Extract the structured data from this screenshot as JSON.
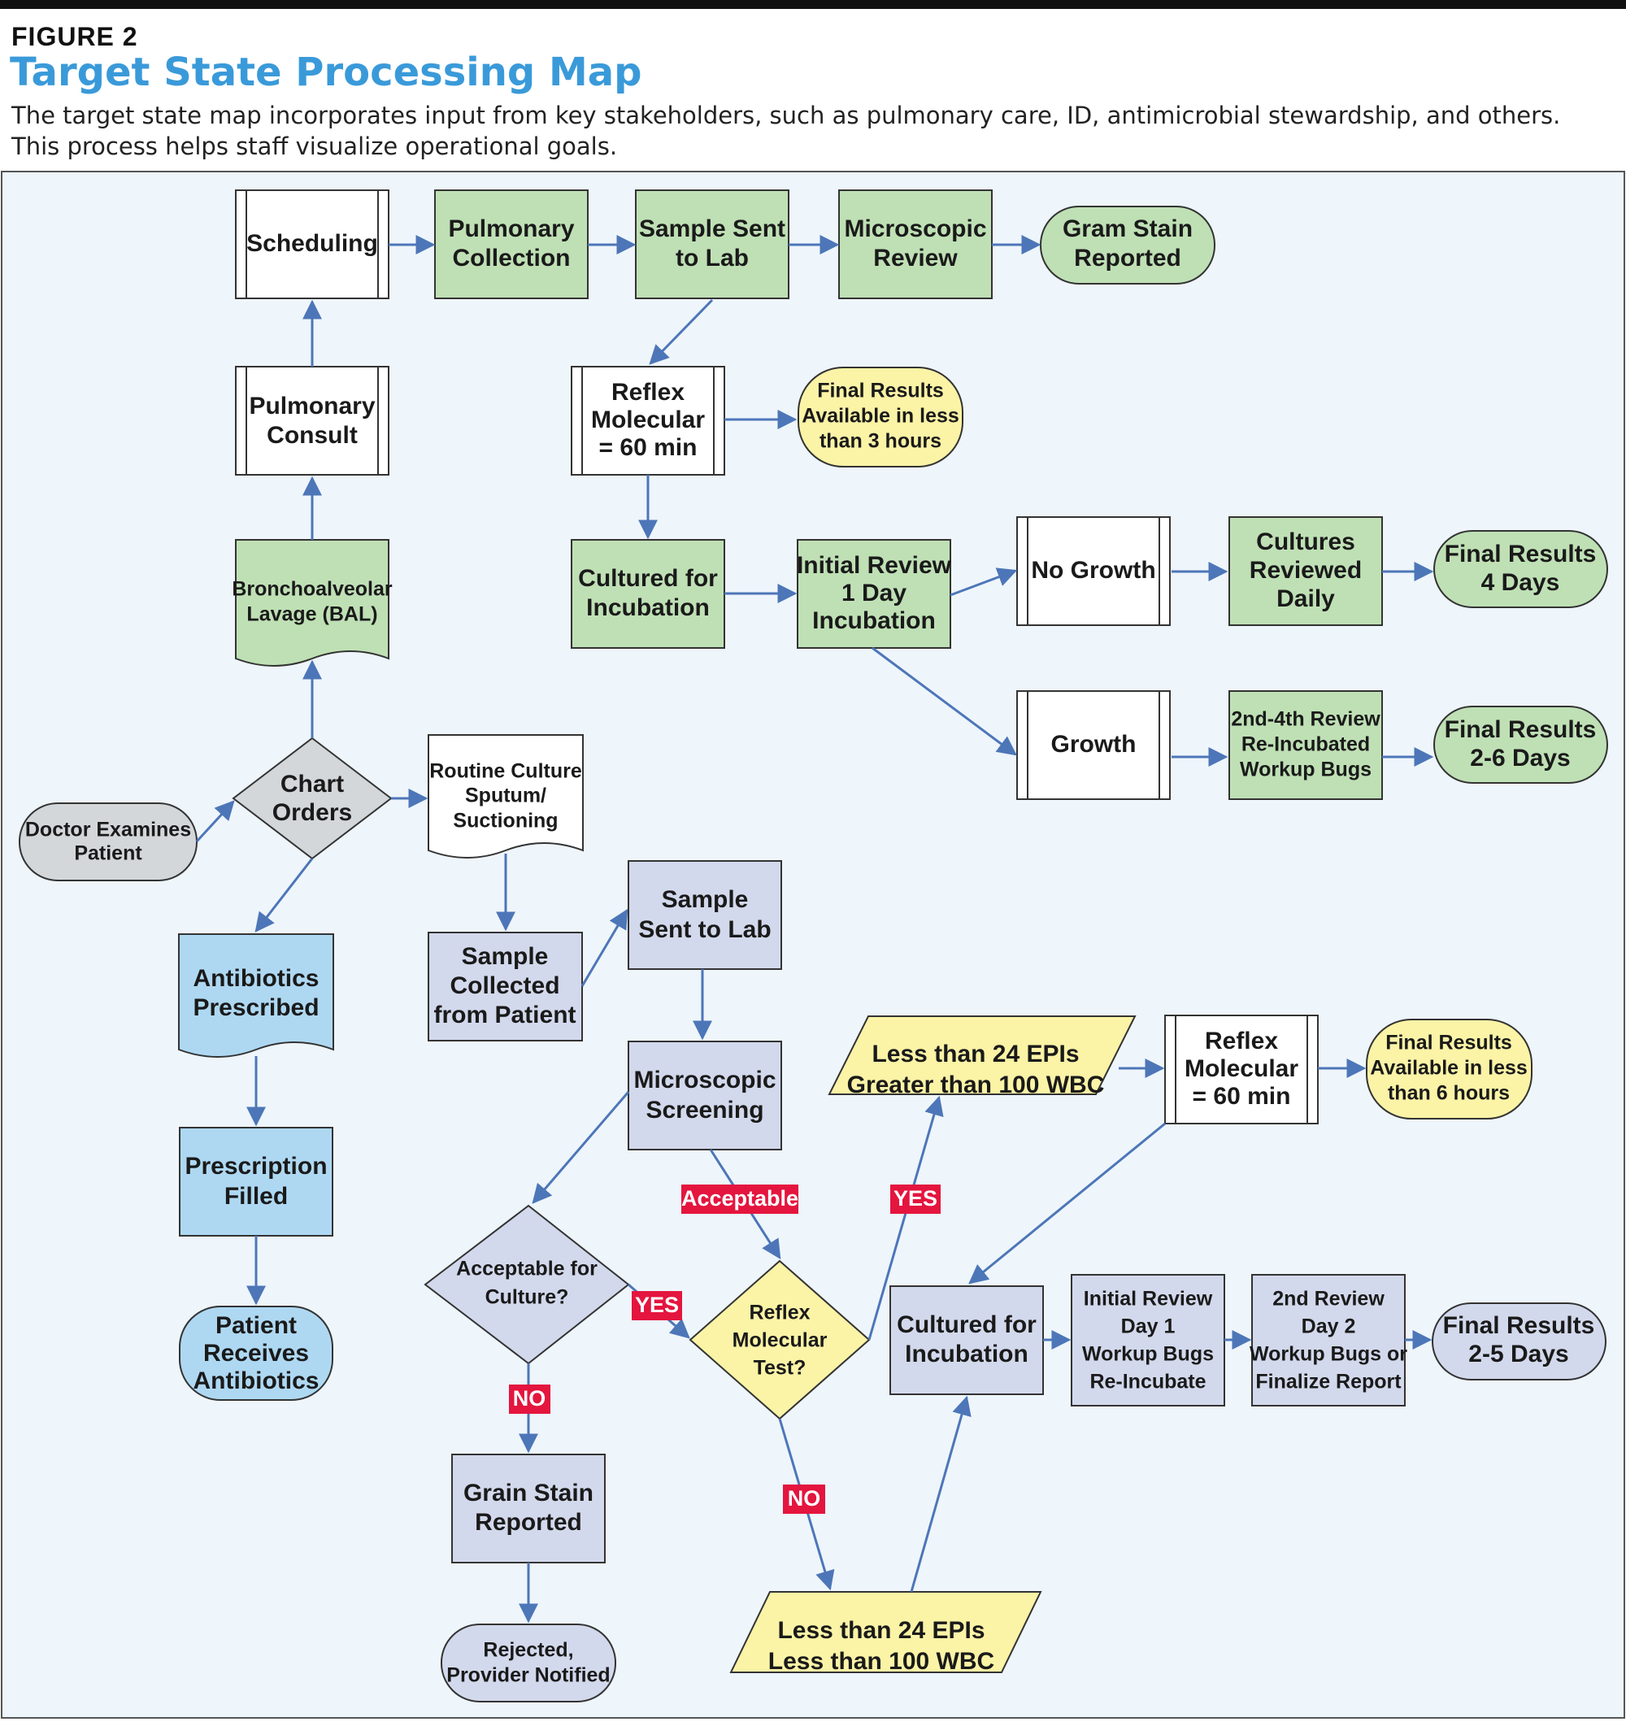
{
  "header": {
    "figure_label": "FIGURE 2",
    "title": "Target State Processing Map",
    "subtitle": "The target state map incorporates input from key stakeholders, such as pulmonary care, ID, antimicrobial stewardship, and others. This process helps staff visualize operational goals."
  },
  "colors": {
    "green": "#bfe0b5",
    "slate": "#d3d9ec",
    "blue": "#aed8f2",
    "yellow": "#fbf3a6",
    "gray": "#d3d7da",
    "white": "#ffffff",
    "arrow": "#4d76b8",
    "tag_red": "#e4153e",
    "title_blue": "#3a9ad9",
    "panel": "#eef5fb"
  },
  "nodes": {
    "scheduling": [
      "Scheduling"
    ],
    "pulmonary_collection": [
      "Pulmonary",
      "Collection"
    ],
    "sample_sent_lab_top": [
      "Sample Sent",
      "to Lab"
    ],
    "microscopic_review": [
      "Microscopic",
      "Review"
    ],
    "gram_stain_reported": [
      "Gram Stain",
      "Reported"
    ],
    "pulmonary_consult": [
      "Pulmonary",
      "Consult"
    ],
    "reflex_molecular_top": [
      "Reflex",
      "Molecular",
      "= 60 min"
    ],
    "final_results_3h": [
      "Final Results",
      "Available in less",
      "than 3 hours"
    ],
    "bal": [
      "Bronchoalveolar",
      "Lavage (BAL)"
    ],
    "cultured_incubation_top": [
      "Cultured for",
      "Incubation"
    ],
    "initial_review_1day": [
      "Initial Review",
      "1 Day",
      "Incubation"
    ],
    "no_growth": [
      "No Growth"
    ],
    "cultures_reviewed_daily": [
      "Cultures",
      "Reviewed",
      "Daily"
    ],
    "final_results_4days": [
      "Final Results",
      "4 Days"
    ],
    "growth": [
      "Growth"
    ],
    "review_2nd_4th": [
      "2nd-4th Review",
      "Re-Incubated",
      "Workup Bugs"
    ],
    "final_results_2_6days": [
      "Final Results",
      "2-6 Days"
    ],
    "doctor_examines": [
      "Doctor Examines",
      "Patient"
    ],
    "chart_orders": [
      "Chart",
      "Orders"
    ],
    "routine_culture": [
      "Routine Culture",
      "Sputum/",
      "Suctioning"
    ],
    "antibiotics_prescribed": [
      "Antibiotics",
      "Prescribed"
    ],
    "sample_collected": [
      "Sample",
      "Collected",
      "from Patient"
    ],
    "sample_sent_lab_mid": [
      "Sample",
      "Sent to Lab"
    ],
    "microscopic_screening": [
      "Microscopic",
      "Screening"
    ],
    "less24_greater100": [
      "Less than 24 EPIs",
      "Greater than 100 WBC"
    ],
    "reflex_molecular_bottom": [
      "Reflex",
      "Molecular",
      "= 60 min"
    ],
    "final_results_6h": [
      "Final Results",
      "Available in less",
      "than 6 hours"
    ],
    "prescription_filled": [
      "Prescription",
      "Filled"
    ],
    "acceptable_for_culture": [
      "Acceptable for",
      "Culture?"
    ],
    "reflex_molecular_test": [
      "Reflex",
      "Molecular",
      "Test?"
    ],
    "cultured_incubation_bottom": [
      "Cultured for",
      "Incubation"
    ],
    "initial_review_day1": [
      "Initial Review",
      "Day 1",
      "Workup Bugs",
      "Re-Incubate"
    ],
    "review_2nd_day2": [
      "2nd Review",
      "Day 2",
      "Workup Bugs or",
      "Finalize Report"
    ],
    "final_results_2_5days": [
      "Final Results",
      "2-5 Days"
    ],
    "patient_receives": [
      "Patient",
      "Receives",
      "Antibiotics"
    ],
    "grain_stain_reported": [
      "Grain Stain",
      "Reported"
    ],
    "less24_less100": [
      "Less than 24 EPIs",
      "Less than 100 WBC"
    ],
    "rejected": [
      "Rejected,",
      "Provider Notified"
    ]
  },
  "tags": {
    "acceptable": "Acceptable",
    "yes_upper": "YES",
    "yes_lower": "YES",
    "no_culture": "NO",
    "no_reflex": "NO"
  }
}
